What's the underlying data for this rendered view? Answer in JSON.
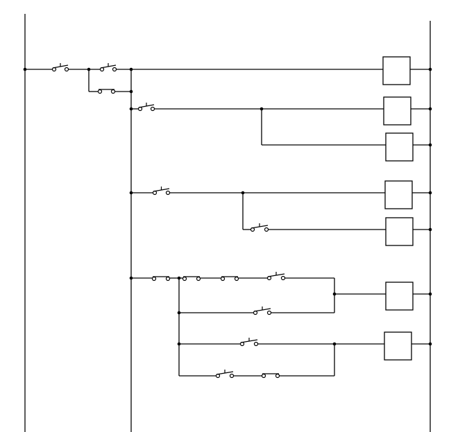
{
  "diagram": {
    "kind": "relay-ladder-logic",
    "background": "#ffffff",
    "line_color": "#000000",
    "rungs": [
      {
        "name": "rung-1",
        "elements": [
          "normally-closed-contact",
          "normally-open-contact",
          "normally-open-contact-branch",
          "coil"
        ]
      },
      {
        "name": "rung-2",
        "elements": [
          "normally-closed-contact",
          "coil",
          "coil-branch"
        ]
      },
      {
        "name": "rung-3",
        "elements": [
          "normally-closed-contact",
          "normally-closed-contact-branch",
          "coil",
          "coil"
        ]
      },
      {
        "name": "rung-4",
        "elements": [
          "normally-open-contact",
          "normally-open-contact",
          "normally-open-contact",
          "normally-closed-contact",
          "normally-closed-contact-branch",
          "coil",
          "normally-closed-contact",
          "normally-open-contact",
          "normally-closed-contact",
          "coil"
        ]
      }
    ],
    "texts": []
  }
}
